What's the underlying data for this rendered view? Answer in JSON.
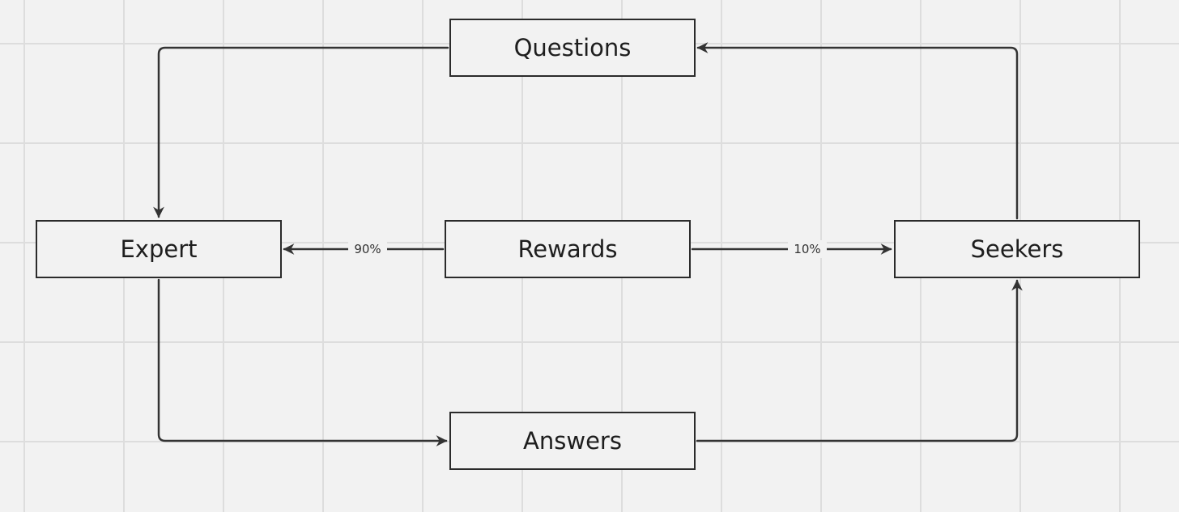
{
  "diagram": {
    "nodes": {
      "questions": "Questions",
      "expert": "Expert",
      "rewards": "Rewards",
      "seekers": "Seekers",
      "answers": "Answers"
    },
    "edges": [
      {
        "from": "questions",
        "to": "expert",
        "label": ""
      },
      {
        "from": "seekers",
        "to": "questions",
        "label": ""
      },
      {
        "from": "rewards",
        "to": "expert",
        "label": "90%"
      },
      {
        "from": "rewards",
        "to": "seekers",
        "label": "10%"
      },
      {
        "from": "expert",
        "to": "answers",
        "label": ""
      },
      {
        "from": "answers",
        "to": "seekers",
        "label": ""
      }
    ]
  },
  "colors": {
    "background": "#f2f2f2",
    "grid": "#dddddd",
    "stroke": "#333333",
    "text": "#1e1e1e"
  }
}
